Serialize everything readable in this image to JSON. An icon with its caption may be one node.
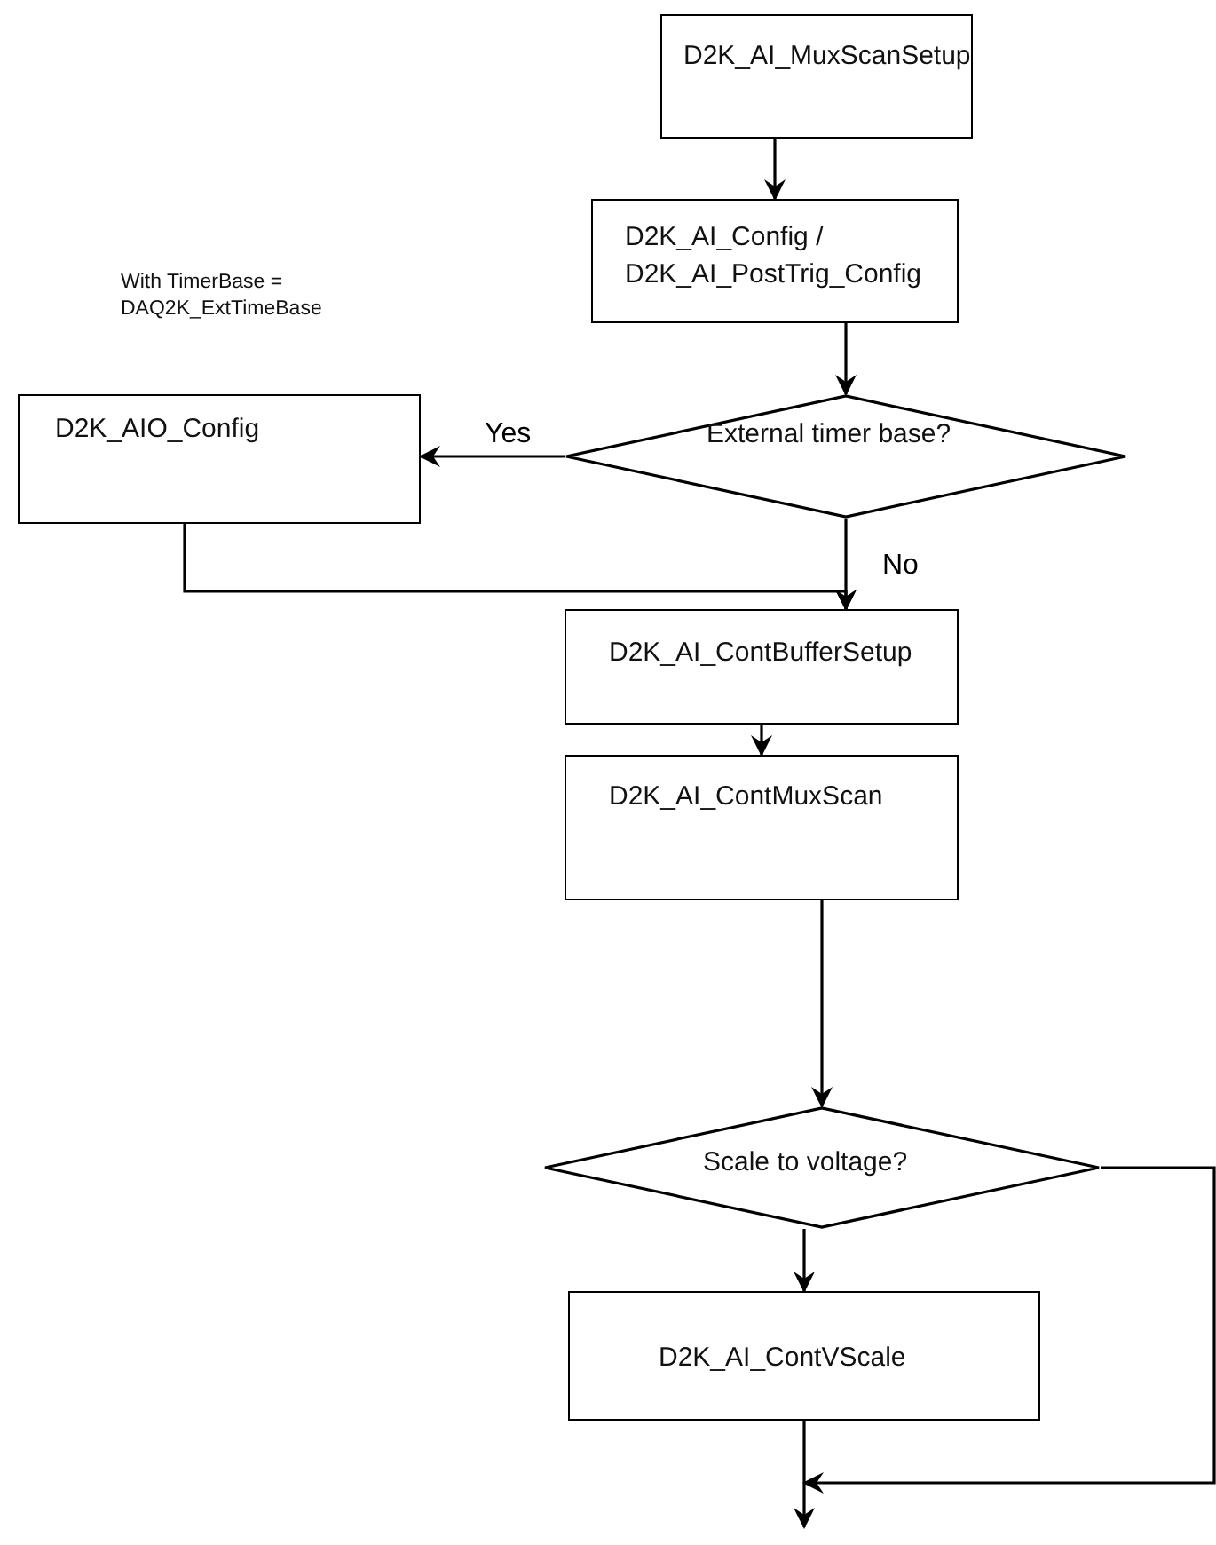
{
  "diagram": {
    "nodes": [
      {
        "text": [
          "D2K_AI_MuxScanSetup"
        ]
      },
      {
        "text": [
          "D2K_AI_Config / D2K_AI_PostTrig_Config"
        ]
      },
      {
        "text": [
          "External timer base?"
        ]
      },
      {
        "text": [
          "D2K_AIO_Config"
        ],
        "beside": [
          "With TimerBase = DAQ2K_ExtTimeBase"
        ]
      },
      {
        "text": [
          "D2K_AI_ContBufferSetup"
        ]
      },
      {
        "text": [
          "D2K_AI_ContMuxScan"
        ]
      },
      {
        "text": [
          "Scale to voltage?"
        ]
      },
      {
        "text": [
          "D2K_AI_ContVScale"
        ]
      }
    ],
    "edges": [
      {
        "from": 0,
        "to": 1,
        "arrow": "to"
      },
      {
        "from": 1,
        "to": 2,
        "arrow": "to"
      },
      {
        "from": 2,
        "to": 3,
        "arrow": "to",
        "label": "Yes"
      },
      {
        "from": 2,
        "to": 4,
        "arrow": "to",
        "label": "No"
      },
      {
        "from": 3,
        "to": 4,
        "arrow": "to"
      },
      {
        "from": 4,
        "to": 5,
        "arrow": "to"
      },
      {
        "from": 5,
        "to": 6,
        "arrow": "to"
      },
      {
        "from": 6,
        "to": 7,
        "arrow": "to"
      },
      {
        "from": 7,
        "to": null,
        "arrow": "to"
      },
      {
        "from": 6,
        "to": null,
        "arrow": "to"
      }
    ]
  }
}
